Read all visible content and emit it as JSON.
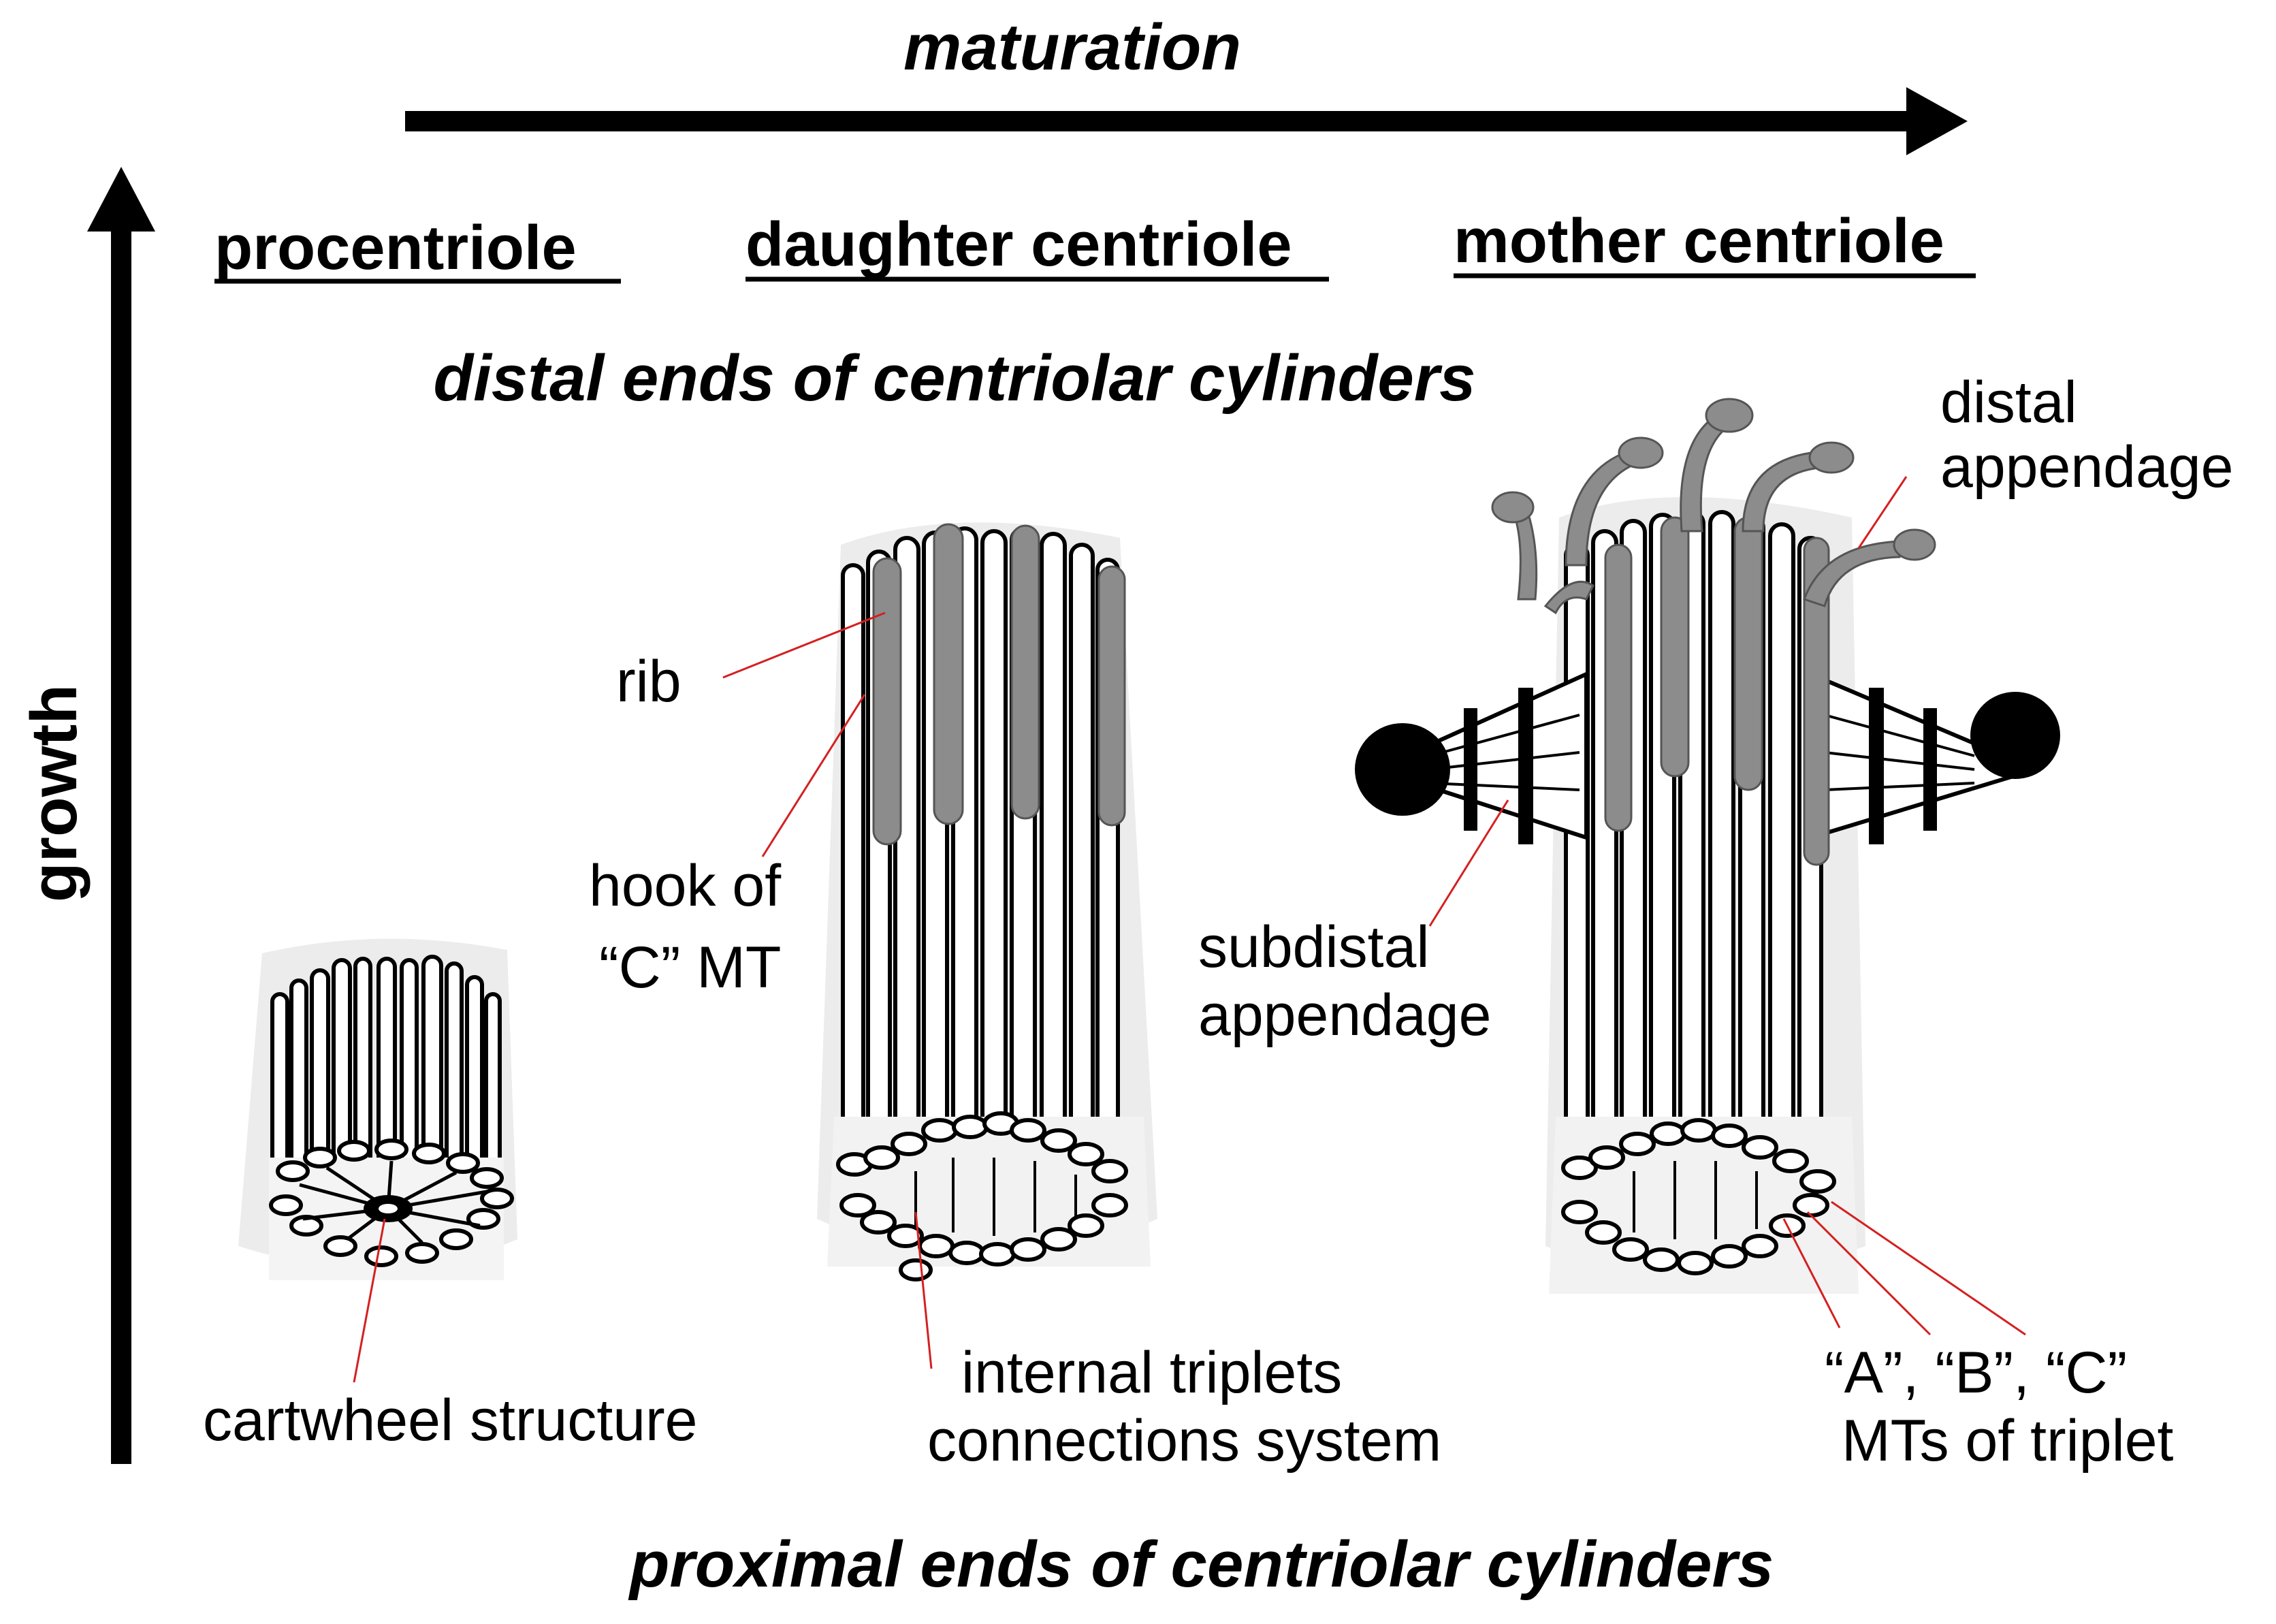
{
  "axes": {
    "horizontal_label": "maturation",
    "vertical_label": "growth"
  },
  "stages": {
    "procentriole": "procentriole",
    "daughter": "daughter centriole",
    "mother": "mother centriole"
  },
  "ends": {
    "distal": "distal ends of centriolar cylinders",
    "proximal": "proximal ends of centriolar cylinders"
  },
  "labels": {
    "rib": "rib",
    "hook_line1": "hook of",
    "hook_line2": "“C” MT",
    "cartwheel": "cartwheel structure",
    "internal_line1": "internal triplets",
    "internal_line2": "connections system",
    "subdistal_line1": "subdistal",
    "subdistal_line2": "appendage",
    "distal_line1": "distal",
    "distal_line2": "appendage",
    "abc_line1": "“A”, “B”, “C”",
    "abc_line2": "MTs of triplet"
  },
  "colors": {
    "ink": "#000000",
    "pointer": "#d42020",
    "rib_gray": "#8c8c8c",
    "halo": "#ececec"
  }
}
